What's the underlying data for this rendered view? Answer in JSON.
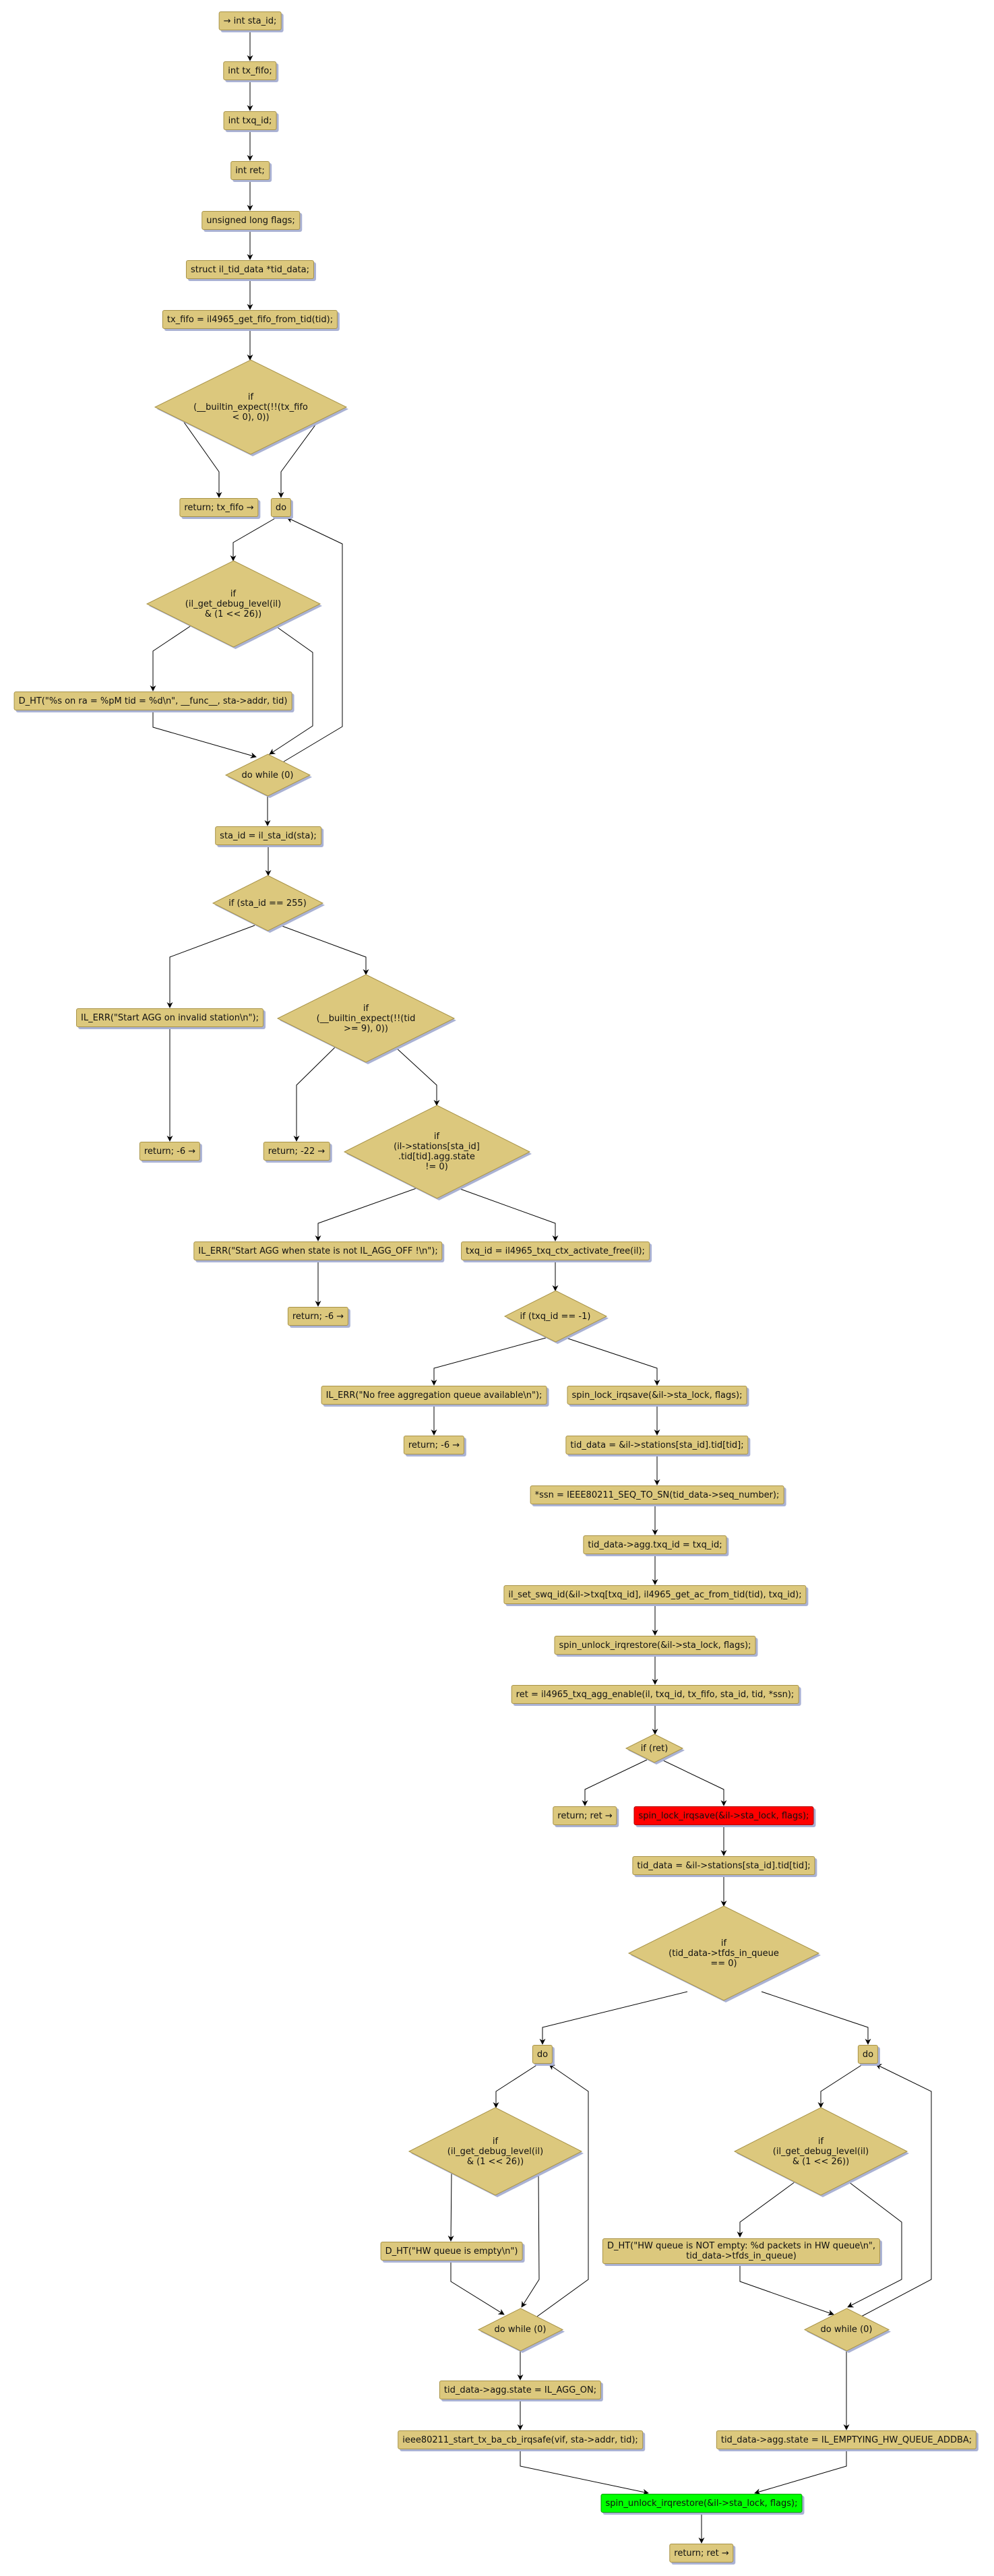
{
  "colors": {
    "node_fill": "#dcc87d",
    "node_border": "#a89348",
    "highlight_red": "#ff0000",
    "highlight_green": "#00ff00",
    "edge": "#000000"
  },
  "nodes": {
    "sta_id_decl": "→ int sta_id;",
    "tx_fifo_decl": "int tx_fifo;",
    "txq_id_decl": "int txq_id;",
    "ret_decl": "int ret;",
    "flags_decl": "unsigned long flags;",
    "tid_data_decl": "struct il_tid_data *tid_data;",
    "tx_fifo_assign": "tx_fifo = il4965_get_fifo_from_tid(tid);",
    "if_tx_fifo": "if\n(__builtin_expect(!!(tx_fifo\n< 0), 0))",
    "return_tx_fifo": "return; tx_fifo →",
    "do_1": "do",
    "if_debug_1": "if\n(il_get_debug_level(il)\n& (1 << 26))",
    "dht_1": "D_HT(\"%s on ra = %pM tid = %d\\n\", __func__, sta->addr, tid)",
    "do_while_1": "do while (0)",
    "sta_id_assign": "sta_id = il_sta_id(sta);",
    "if_sta_id": "if (sta_id == 255)",
    "err_invalid_station": "IL_ERR(\"Start AGG on invalid station\\n\");",
    "if_tid": "if\n(__builtin_expect(!!(tid\n>= 9), 0))",
    "return_6_a": "return; -6 →",
    "return_22": "return; -22 →",
    "if_agg_state": "if\n(il->stations[sta_id]\n.tid[tid].agg.state\n!= 0)",
    "err_agg_off": "IL_ERR(\"Start AGG when state is not IL_AGG_OFF !\\n\");",
    "txq_id_assign": "txq_id = il4965_txq_ctx_activate_free(il);",
    "return_6_b": "return; -6 →",
    "if_txq_id": "if (txq_id == -1)",
    "err_no_free_queue": "IL_ERR(\"No free aggregation queue available\\n\");",
    "spin_lock_1": "spin_lock_irqsave(&il->sta_lock, flags);",
    "return_6_c": "return; -6 →",
    "tid_data_assign_1": "tid_data = &il->stations[sta_id].tid[tid];",
    "ssn_assign": "*ssn = IEEE80211_SEQ_TO_SN(tid_data->seq_number);",
    "agg_txq_id_assign": "tid_data->agg.txq_id = txq_id;",
    "set_swq_id": "il_set_swq_id(&il->txq[txq_id], il4965_get_ac_from_tid(tid), txq_id);",
    "spin_unlock_1": "spin_unlock_irqrestore(&il->sta_lock, flags);",
    "ret_assign": "ret = il4965_txq_agg_enable(il, txq_id, tx_fifo, sta_id, tid, *ssn);",
    "if_ret": "if (ret)",
    "return_ret_1": "return; ret →",
    "spin_lock_2": "spin_lock_irqsave(&il->sta_lock, flags);",
    "tid_data_assign_2": "tid_data = &il->stations[sta_id].tid[tid];",
    "if_tfds": "if\n(tid_data->tfds_in_queue\n== 0)",
    "do_left": "do",
    "do_right": "do",
    "if_debug_left": "if\n(il_get_debug_level(il)\n& (1 << 26))",
    "if_debug_right": "if\n(il_get_debug_level(il)\n& (1 << 26))",
    "dht_empty": "D_HT(\"HW queue is empty\\n\")",
    "dht_not_empty": "D_HT(\"HW queue is NOT empty: %d packets in HW queue\\n\",\ntid_data->tfds_in_queue)",
    "do_while_left": "do while (0)",
    "do_while_right": "do while (0)",
    "agg_state_on": "tid_data->agg.state = IL_AGG_ON;",
    "start_tx_ba_cb": "ieee80211_start_tx_ba_cb_irqsafe(vif, sta->addr, tid);",
    "agg_state_emptying": "tid_data->agg.state = IL_EMPTYING_HW_QUEUE_ADDBA;",
    "spin_unlock_2": "spin_unlock_irqrestore(&il->sta_lock, flags);",
    "return_ret_2": "return; ret →"
  }
}
